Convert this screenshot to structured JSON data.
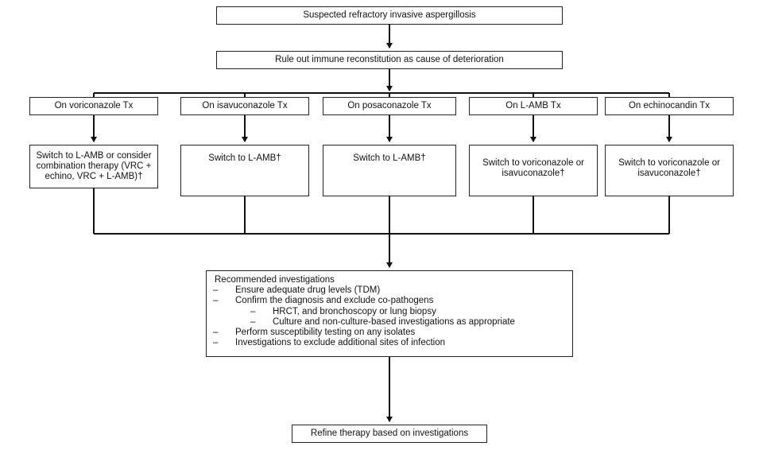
{
  "top": {
    "start": "Suspected refractory invasive aspergillosis",
    "rule_out": "Rule out immune reconstitution as cause of deterioration"
  },
  "branches": [
    {
      "label": "On voriconazole Tx",
      "action": "Switch to L-AMB or consider combination therapy (VRC + echino, VRC + L-AMB)†"
    },
    {
      "label": "On isavuconazole Tx",
      "action": "Switch to L-AMB†"
    },
    {
      "label": "On posaconazole Tx",
      "action": "Switch to L-AMB†"
    },
    {
      "label": "On L-AMB Tx",
      "action": "Switch to voriconazole or isavuconazole†"
    },
    {
      "label": "On echinocandin Tx",
      "action": "Switch to voriconazole or isavuconazole†"
    }
  ],
  "investigations": {
    "title": "Recommended investigations",
    "dash": "–",
    "items": [
      {
        "text": "Ensure adequate drug levels (TDM)",
        "level": 1
      },
      {
        "text": "Confirm the diagnosis and exclude co-pathogens",
        "level": 1
      },
      {
        "text": "HRCT, and bronchoscopy or lung biopsy",
        "level": 2
      },
      {
        "text": "Culture and non-culture-based investigations as appropriate",
        "level": 2
      },
      {
        "text": "Perform susceptibility testing on any isolates",
        "level": 1
      },
      {
        "text": "Investigations to exclude additional sites of infection",
        "level": 1
      }
    ]
  },
  "final": "Refine therapy based on investigations"
}
